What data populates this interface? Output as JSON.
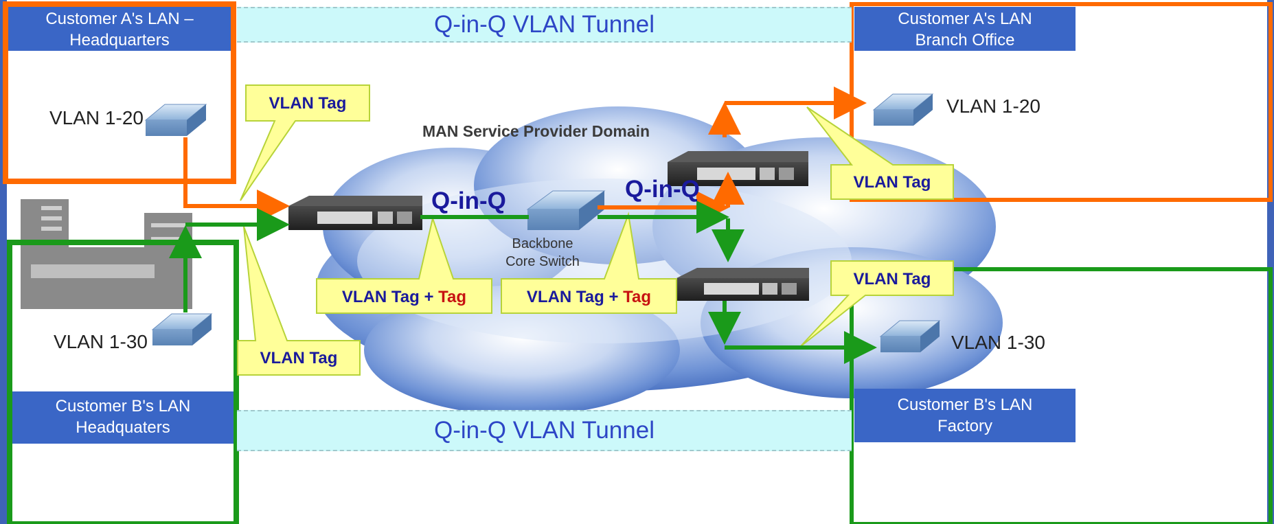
{
  "tunnel_top": "Q-in-Q VLAN Tunnel",
  "tunnel_bottom": "Q-in-Q VLAN Tunnel",
  "cloud_label": "MAN Service Provider Domain",
  "backbone_label": [
    "Backbone",
    "Core Switch"
  ],
  "qinq_label": "Q-in-Q",
  "sites": {
    "a_hq": {
      "title": [
        "Customer A's LAN  –",
        "Headquarters"
      ],
      "vlan": "VLAN 1-20"
    },
    "b_hq": {
      "title": [
        "Customer B's LAN",
        "Headquaters"
      ],
      "vlan": "VLAN 1-30"
    },
    "a_branch": {
      "title": [
        "Customer A's LAN",
        "Branch Office"
      ],
      "vlan": "VLAN 1-20"
    },
    "b_factory": {
      "title": [
        "Customer B's LAN",
        "Factory"
      ],
      "vlan": "VLAN 1-30"
    }
  },
  "callouts": {
    "vlan_tag": "VLAN Tag",
    "vlan_tag_plus": "VLAN Tag + ",
    "tag_red": "Tag"
  },
  "colors": {
    "customer_a": "#ff6a00",
    "customer_b": "#1a9a1a",
    "callout_fill": "#ffff99",
    "callout_border": "#b7d339",
    "header_blue": "#3a66c6",
    "tunnel_fill": "#ccf9fa"
  }
}
